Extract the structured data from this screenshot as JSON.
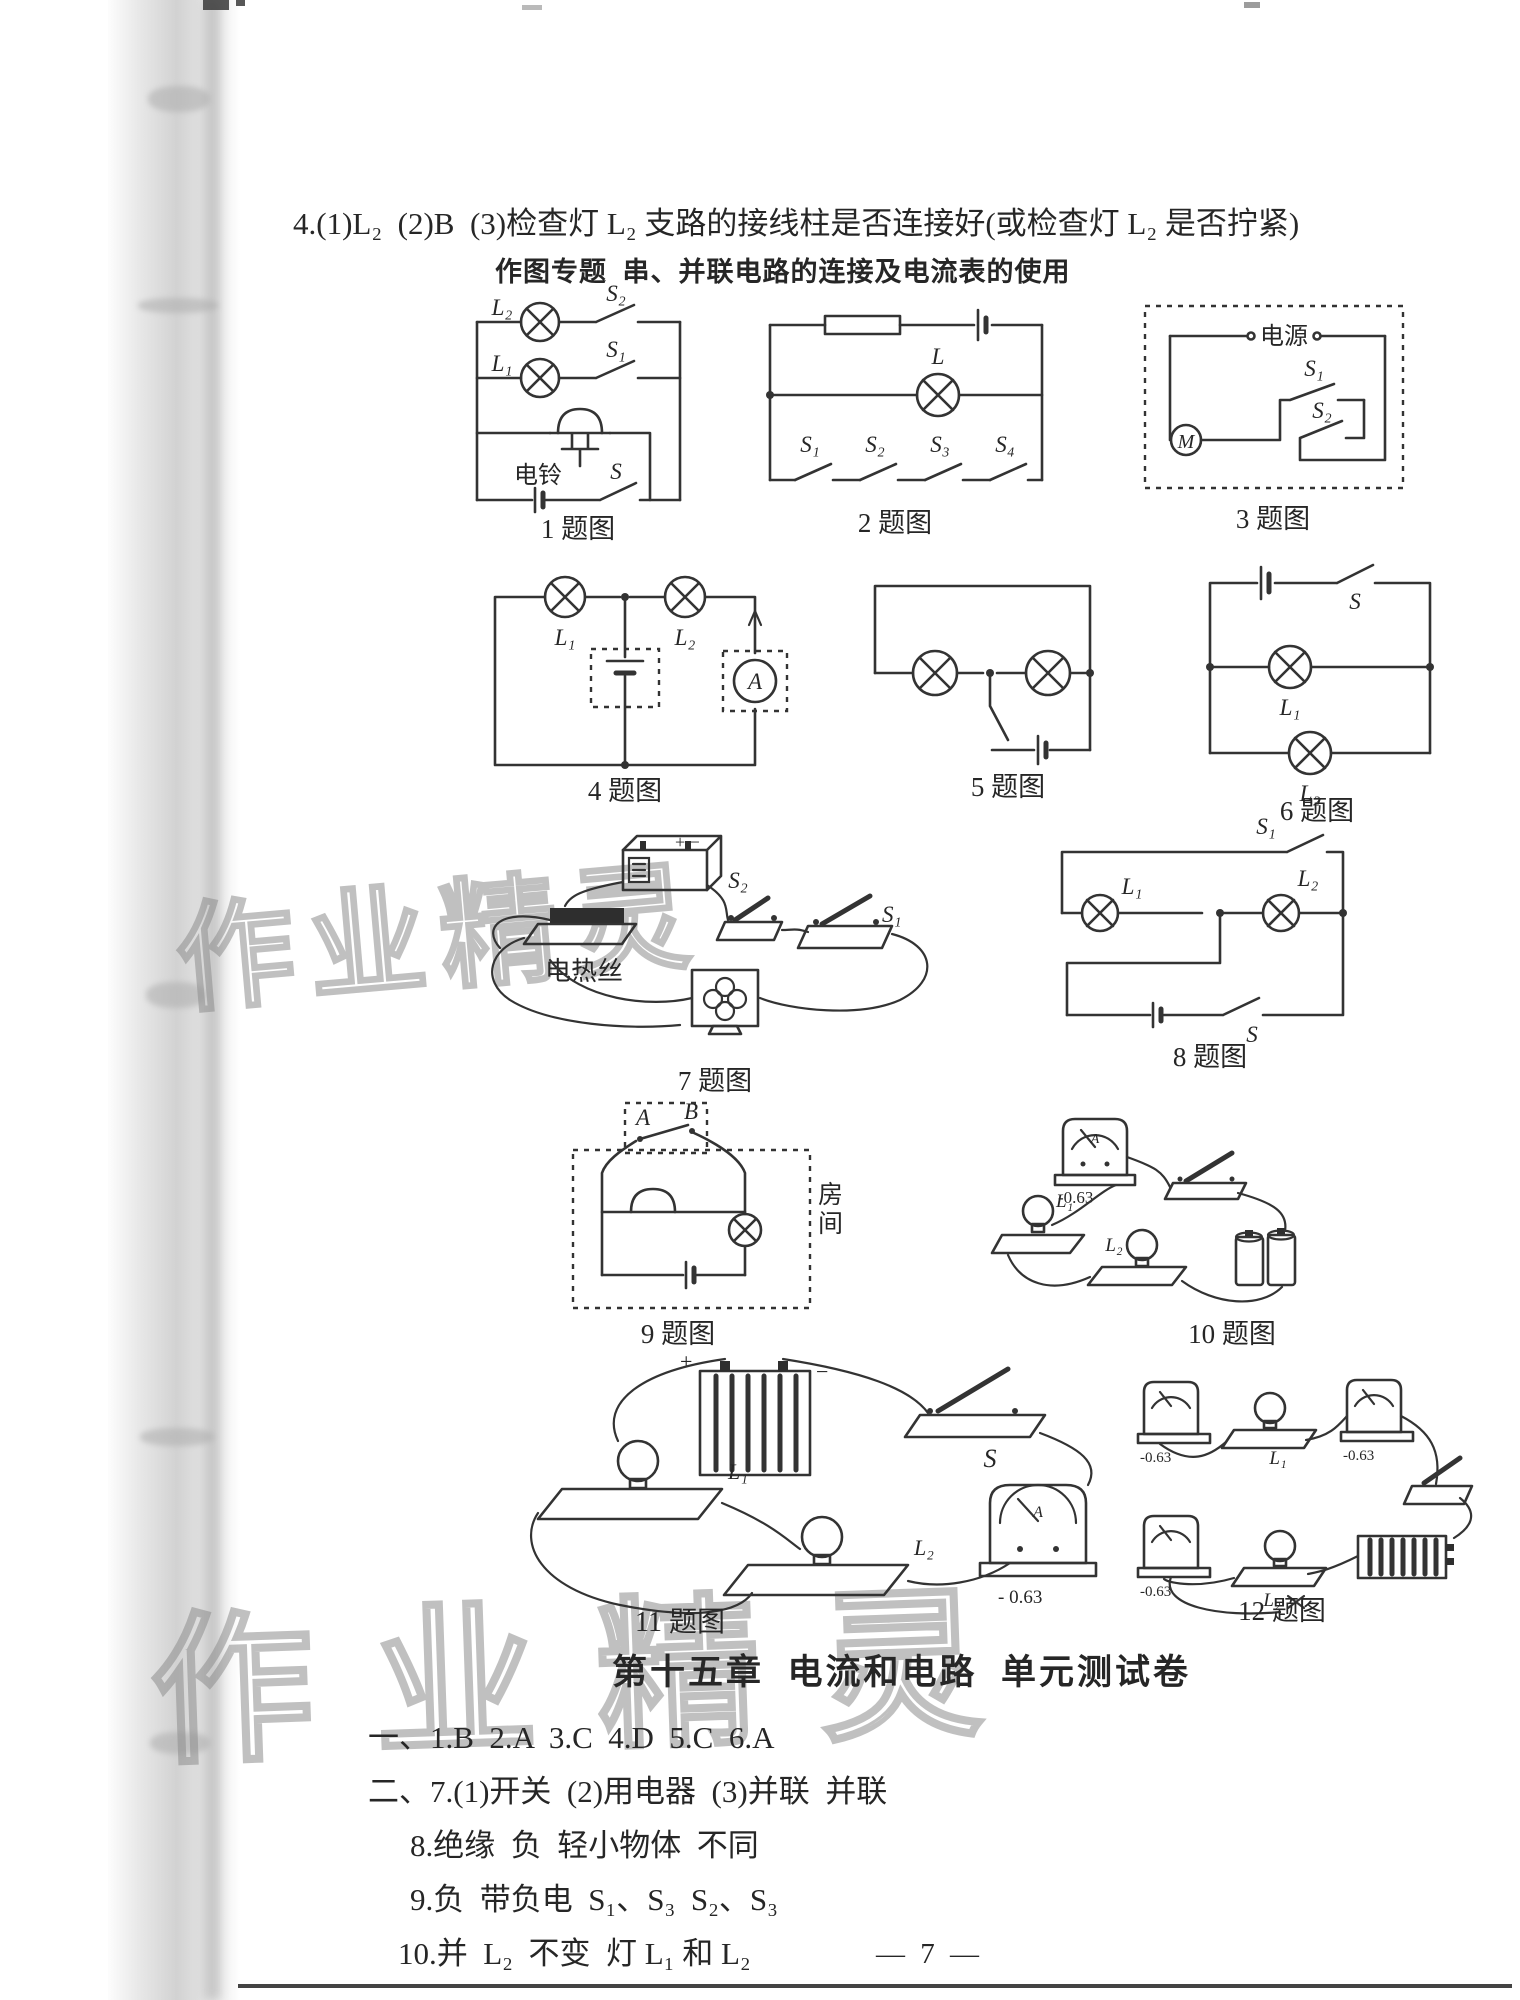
{
  "page": {
    "answer_line_4": "4.(1)L₂  (2)B  (3)检查灯 L₂ 支路的接线柱是否连接好(或检查灯 L₂ 是否拧紧)",
    "section_header": "作图专题  串、并联电路的连接及电流表的使用"
  },
  "watermark": {
    "text": "作业精灵"
  },
  "diagrams": [
    {
      "caption": "1 题图",
      "labels": {
        "l2": "L₂",
        "s2": "S₂",
        "l1": "L₁",
        "s1": "S₁",
        "bell": "电铃",
        "s": "S"
      }
    },
    {
      "caption": "2 题图",
      "labels": {
        "l": "L",
        "s1": "S₁",
        "s2": "S₂",
        "s3": "S₃",
        "s4": "S₄"
      }
    },
    {
      "caption": "3 题图",
      "labels": {
        "power": "电源",
        "s1": "S₁",
        "s2": "S₂",
        "m": "M"
      }
    },
    {
      "caption": "4 题图",
      "labels": {
        "l1": "L₁",
        "l2": "L₂",
        "a": "A"
      }
    },
    {
      "caption": "5 题图",
      "labels": {}
    },
    {
      "caption": "6 题图",
      "labels": {
        "s": "S",
        "l1": "L₁",
        "l2": "L₂"
      }
    },
    {
      "caption": "7 题图",
      "labels": {
        "terminals": "+ −",
        "heater": "电热丝",
        "s2": "S₂",
        "s1": "S₁"
      }
    },
    {
      "caption": "8 题图",
      "labels": {
        "s1": "S₁",
        "l1": "L₁",
        "l2": "L₂",
        "s": "S"
      }
    },
    {
      "caption": "9 题图",
      "labels": {
        "a": "A",
        "b": "B",
        "room": "房间"
      }
    },
    {
      "caption": "10 题图",
      "labels": {
        "a": "A",
        "meter": "-0.63",
        "l1": "L₁",
        "l2": "L₂"
      }
    },
    {
      "caption": "11 题图",
      "labels": {
        "plus": "+",
        "minus": "−",
        "s": "S",
        "l1": "L₁",
        "l2": "L₂",
        "a": "A",
        "meter": "- 0.63"
      }
    },
    {
      "caption": "12 题图",
      "labels": {
        "meter1": "-0.63",
        "meter2": "-0.63",
        "meter3": "-0.63",
        "l1": "L₁",
        "l2": "L₂"
      }
    }
  ],
  "test_section": {
    "title": "第十五章  电流和电路  单元测试卷",
    "answers": [
      "一、1.B  2.A  3.C  4.D  5.C  6.A",
      "二、7.(1)开关  (2)用电器  (3)并联  并联",
      "8.绝缘  负  轻小物体  不同",
      "9.负  带负电  S₁、S₃  S₂、S₃",
      "10.并  L₂  不变  灯 L₁ 和 L₂"
    ]
  },
  "footer": {
    "page_number": "— 7 —"
  }
}
